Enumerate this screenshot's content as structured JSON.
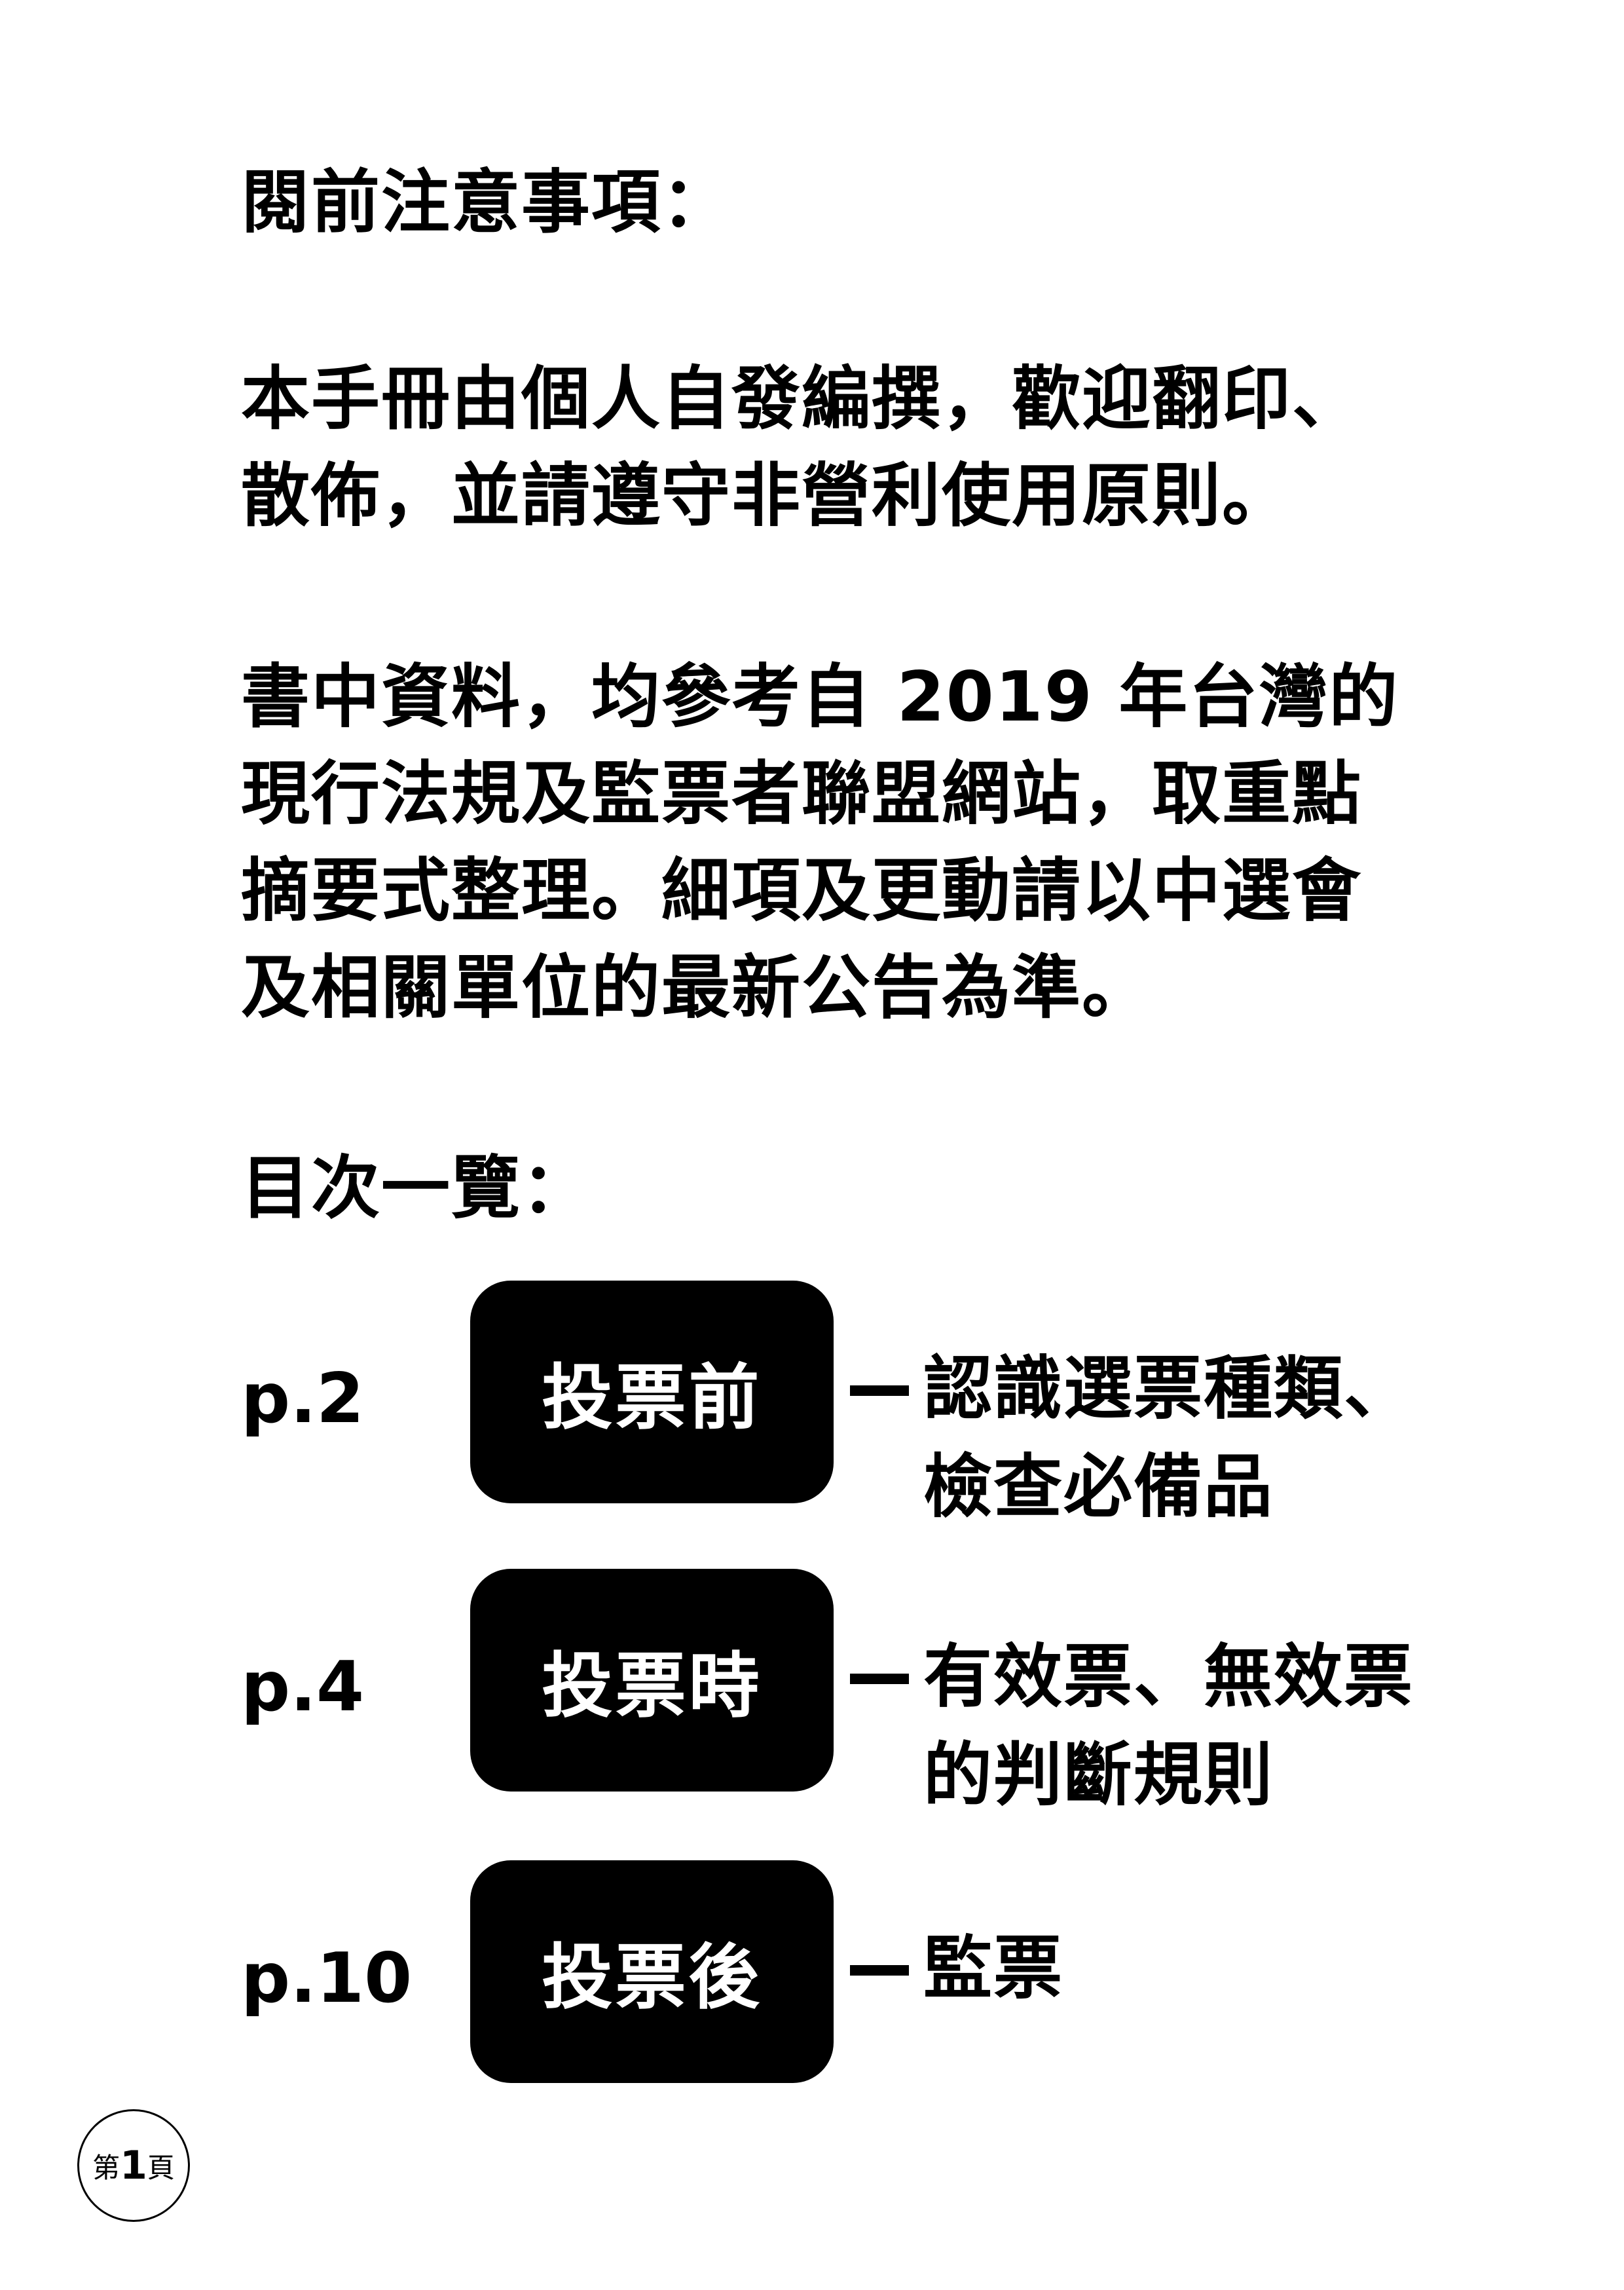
{
  "notice": {
    "heading": "閱前注意事項：",
    "para1": [
      "本手冊由個人自發編撰，歡迎翻印、",
      "散佈，並請遵守非營利使用原則。"
    ],
    "para2": [
      "書中資料，均參考自 2019 年台灣的",
      "現行法規及監票者聯盟網站，取重點",
      "摘要式整理。細項及更動請以中選會",
      "及相關單位的最新公告為準。"
    ]
  },
  "toc": {
    "heading": "目次一覽：",
    "items": [
      {
        "page": "p.2",
        "label": "投票前",
        "desc": [
          "認識選票種類、",
          "檢查必備品"
        ]
      },
      {
        "page": "p.4",
        "label": "投票時",
        "desc": [
          "有效票、無效票",
          "的判斷規則"
        ]
      },
      {
        "page": "p.10",
        "label": "投票後",
        "desc": [
          "監票"
        ]
      }
    ]
  },
  "page_number": {
    "prefix": "第",
    "num": "1",
    "suffix": "頁"
  }
}
